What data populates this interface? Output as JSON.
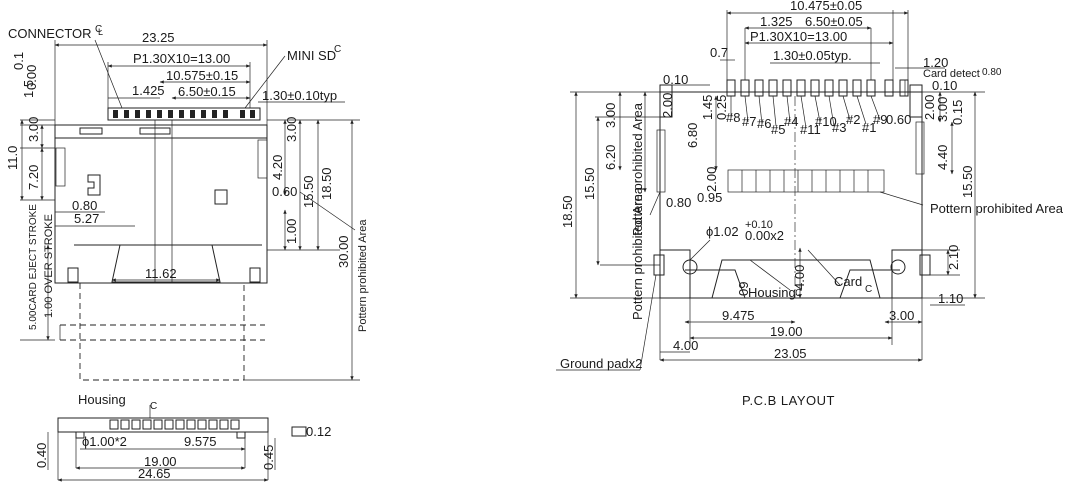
{
  "left_view": {
    "labels": {
      "connector": "CONNECTOR",
      "mini_sd": "MINI SD",
      "housing": "Housing",
      "eject_stroke": "5.00CARD EJECT STROKE",
      "over_stroke": "1.00 OVER STROKE",
      "prohibited_area": "Pottern prohibited Area"
    },
    "dims": {
      "overall_width": "23.25",
      "pitch": "P1.30X10=13.00",
      "d10575": "10.575±0.15",
      "d1425": "1.425",
      "d650": "6.50±0.15",
      "d130typ": "1.30±0.10typ",
      "d1_5": "1.5",
      "d0_1": "0.1",
      "d0_00": "0.00",
      "d3_00_left": "3.00",
      "d11_0": "11.0",
      "d7_20": "7.20",
      "d0_80": "0.80",
      "d5_27": "5.27",
      "d11_62": "11.62",
      "d3_00_right": "3.00",
      "d4_20": "4.20",
      "d15_50": "15.50",
      "d18_50": "18.50",
      "d0_60": "0.60",
      "d1_00": "1.00",
      "d30_00": "30.00"
    }
  },
  "bottom_view": {
    "labels": {
      "housing": "Housing"
    },
    "dims": {
      "d0_12": "0.12",
      "d_hole": "ϕ1.00*2",
      "d9_575": "9.575",
      "d19_00": "19.00",
      "d24_65": "24.65",
      "d0_40": "0.40",
      "d0_45": "0.45"
    }
  },
  "pcb_layout": {
    "caption": "P.C.B LAYOUT",
    "labels": {
      "card_detect": "Card detect",
      "prohibited_right": "Pottern prohibited Area",
      "prohibited_left": "Pottern prohibited Area",
      "prohibited_bottom": "Pottern prohibited Area",
      "ground_pad": "Ground padx2",
      "housing": "Housing",
      "card": "Card"
    },
    "pins": [
      "#8",
      "#7",
      "#6",
      "#5",
      "#4",
      "#11",
      "#10",
      "#3",
      "#2",
      "#1",
      "#9"
    ],
    "dims": {
      "d10_475": "10.475±0.05",
      "d6_50": "6.50±0.05",
      "d1_325": "1.325",
      "pitch": "P1.30X10=13.00",
      "d0_7": "0.7",
      "d1_30typ": "1.30±0.05typ.",
      "d1_20": "1.20",
      "d0_10_top": "0.10",
      "d0_80_r": "0.80",
      "d0_10_left": "0.10",
      "d2_00_a": "2.00",
      "d1_45": "1.45",
      "d0_25": "0.25",
      "d3_00": "3.00",
      "d6_80": "6.80",
      "d6_20": "6.20",
      "d15_50_l": "15.50",
      "d18_50": "18.50",
      "d2_00_b": "2.00",
      "d0_80": "0.80",
      "d0_95": "0.95",
      "d0_60": "0.60",
      "d2_00_r": "2.00",
      "d3_00_r": "3.00",
      "d0_15": "0.15",
      "d4_40": "4.40",
      "d15_50_r": "15.50",
      "d_hole": "ϕ1.02",
      "d_tol_top": "+0.10",
      "d_tol_bot": "0.00x2",
      "d4_00_v": "4.00",
      "d09": "09",
      "d2_10": "2.10",
      "d1_10": "1.10",
      "d9_475": "9.475",
      "d3_00_b": "3.00",
      "d19_00": "19.00",
      "d4_00": "4.00",
      "d23_05": "23.05"
    }
  }
}
